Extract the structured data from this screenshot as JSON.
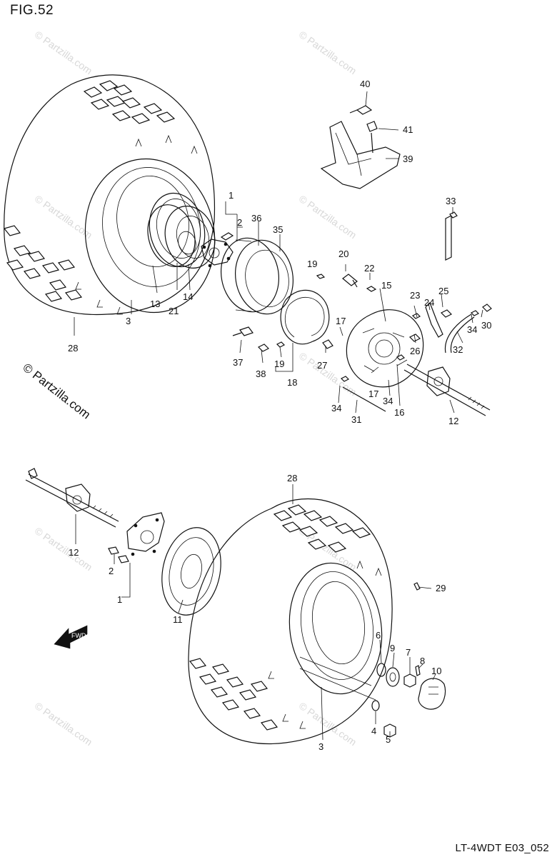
{
  "figure_title": "FIG.52",
  "drawing_code": "LT-4WDT E03_052",
  "copyright": "© Partzilla.com",
  "watermark_text": "© Partzilla.com",
  "labels": {
    "l1a": "1",
    "l2a": "2",
    "l3a": "3",
    "l12a": "12",
    "l13": "13",
    "l14": "14",
    "l15": "15",
    "l16": "16",
    "l17a": "17",
    "l17b": "17",
    "l18": "18",
    "l19a": "19",
    "l19b": "19",
    "l20": "20",
    "l21": "21",
    "l22": "22",
    "l23": "23",
    "l24": "24",
    "l25": "25",
    "l26": "26",
    "l27": "27",
    "l28a": "28",
    "l30": "30",
    "l31": "31",
    "l32": "32",
    "l33": "33",
    "l34a": "34",
    "l34b": "34",
    "l34c": "34",
    "l35": "35",
    "l36": "36",
    "l37": "37",
    "l38": "38",
    "l39": "39",
    "l40": "40",
    "l41": "41",
    "l28b": "28",
    "l12b": "12",
    "l2b": "2",
    "l1b": "1",
    "l11": "11",
    "l29": "29",
    "l6": "6",
    "l9": "9",
    "l7": "7",
    "l8": "8",
    "l10": "10",
    "l4": "4",
    "l5": "5",
    "l3b": "3"
  },
  "fwd_label": "FWD"
}
